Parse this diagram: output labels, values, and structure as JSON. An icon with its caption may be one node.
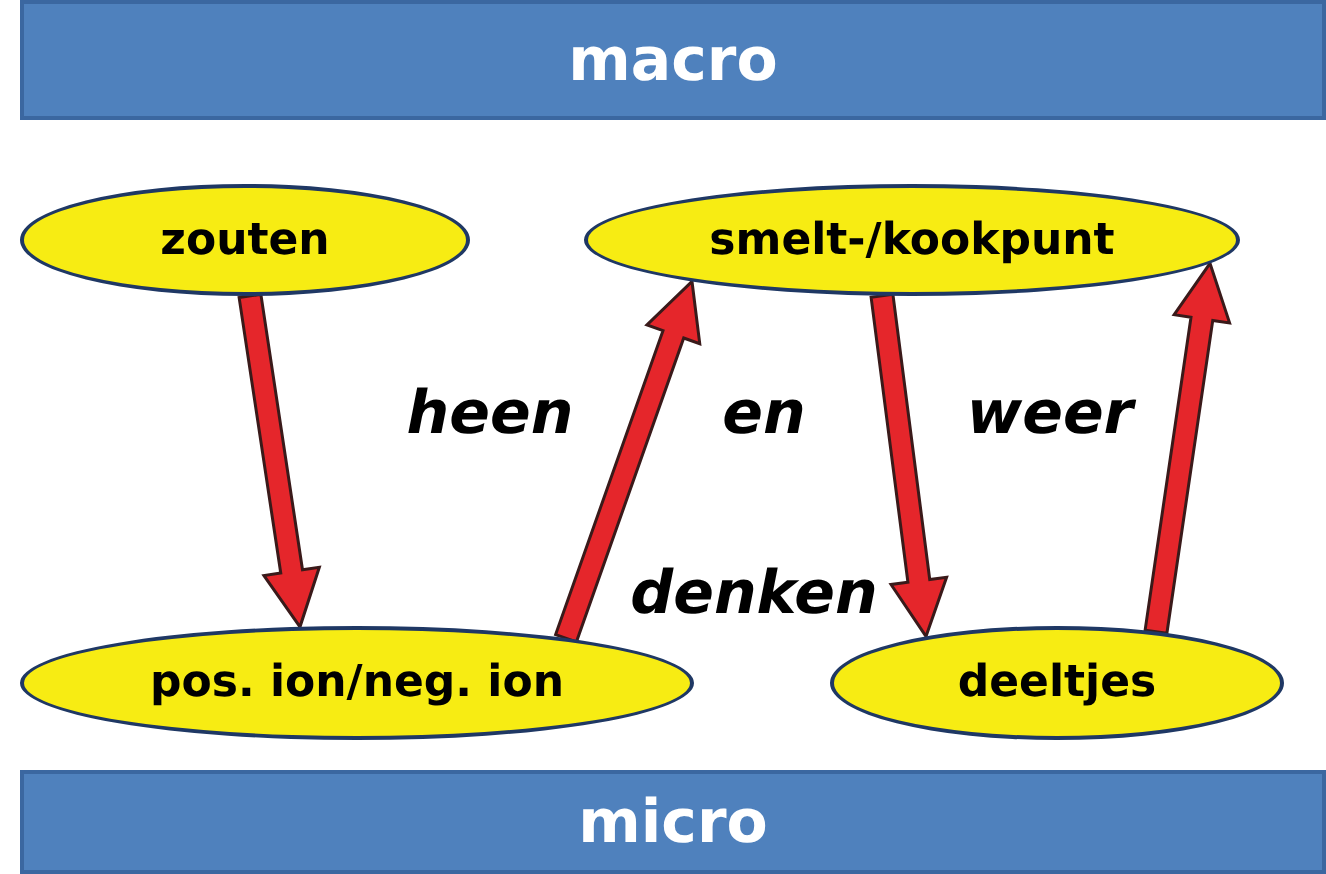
{
  "diagram": {
    "nodes": [
      {
        "text": [
          "macro"
        ]
      },
      {
        "text": [
          "zouten"
        ]
      },
      {
        "text": [
          "smelt-/kookpunt"
        ]
      },
      {
        "text": [
          "pos. ion/neg. ion"
        ]
      },
      {
        "text": [
          "deeltjes"
        ]
      },
      {
        "text": [
          "micro"
        ]
      }
    ],
    "edges": [
      {
        "from": 1,
        "to": 3,
        "arrow": "to",
        "style": "thick"
      },
      {
        "from": 3,
        "to": 2,
        "arrow": "to",
        "style": "thick"
      },
      {
        "from": 2,
        "to": 4,
        "arrow": "to",
        "style": "thick"
      },
      {
        "from": 4,
        "to": 2,
        "arrow": "to",
        "style": "thick"
      }
    ],
    "labels": [
      "heen",
      "en",
      "weer",
      "denken"
    ]
  }
}
